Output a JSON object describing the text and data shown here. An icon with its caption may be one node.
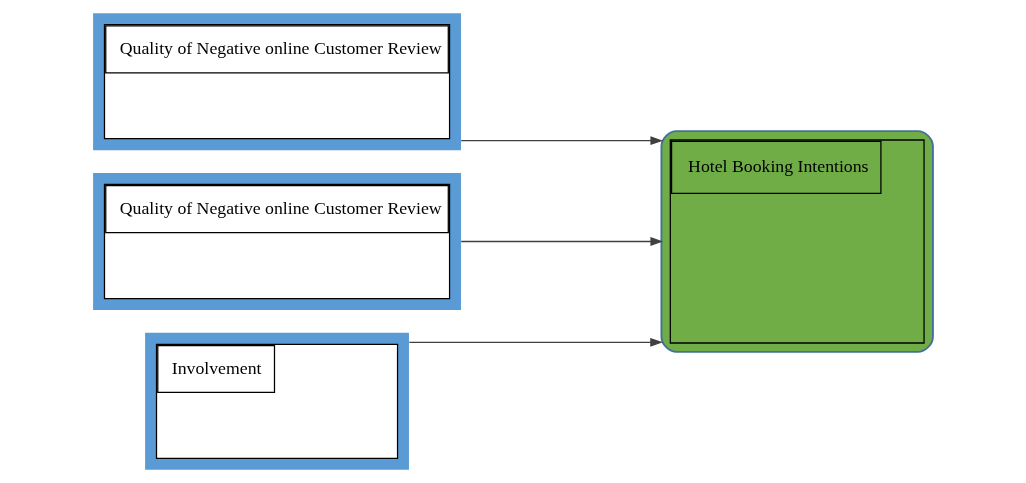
{
  "diagram": {
    "nodes": [
      {
        "text": [
          "Quality of Negative online Customer Review"
        ]
      },
      {
        "text": [
          "Quality of Negative online Customer Review"
        ]
      },
      {
        "text": [
          "Involvement"
        ]
      },
      {
        "text": [
          "Hotel Booking Intentions"
        ]
      }
    ],
    "edges": [
      {
        "from": 0,
        "to": 3,
        "arrow": "to"
      },
      {
        "from": 1,
        "to": 3,
        "arrow": "to"
      },
      {
        "from": 2,
        "to": 3,
        "arrow": "to"
      }
    ]
  }
}
